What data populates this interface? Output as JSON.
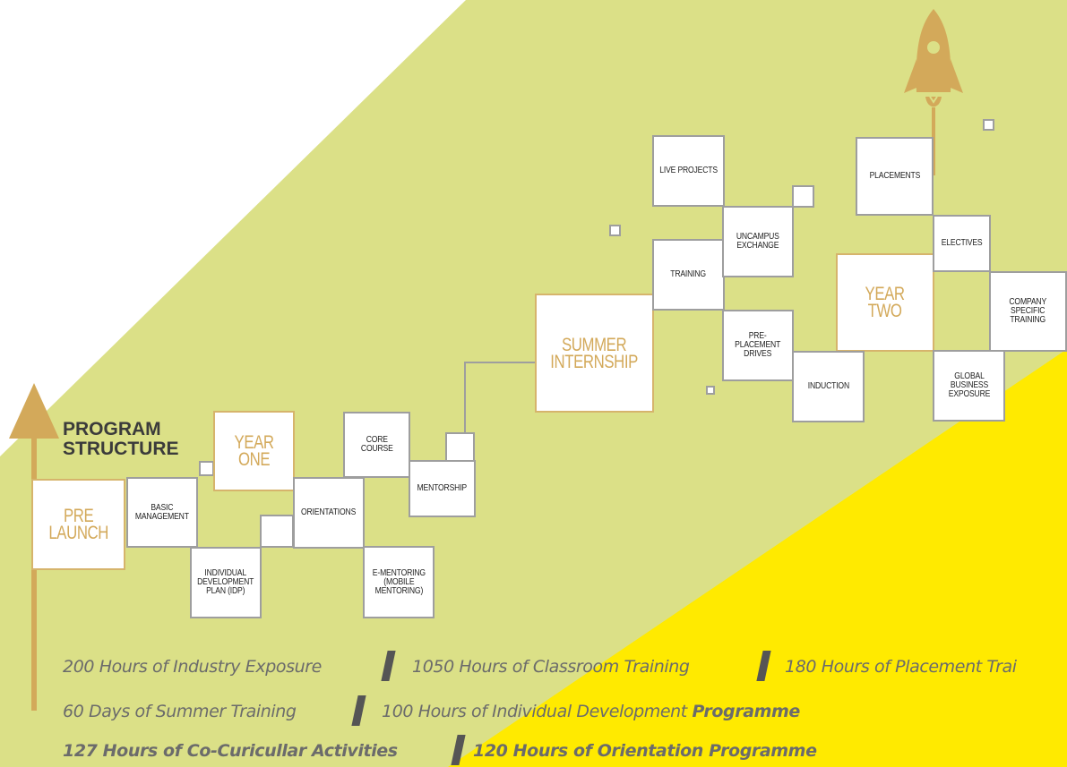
{
  "title": "PROGRAM\nSTRUCTURE",
  "milestones": {
    "pre_launch": "PRE\nLAUNCH",
    "year_one": "YEAR\nONE",
    "summer_internship": "SUMMER\nINTERNSHIP",
    "year_two": "YEAR\nTWO"
  },
  "items": {
    "basic_management": "BASIC\nMANAGEMENT",
    "idp": "INDIVIDUAL\nDEVELOPMENT\nPLAN (IDP)",
    "orientations": "ORIENTATIONS",
    "core_course": "CORE\nCOURSE",
    "e_mentoring": "E-MENTORING\n(MOBILE\nMENTORING)",
    "mentorship": "MENTORSHIP",
    "live_projects": "LIVE PROJECTS",
    "training": "TRAINING",
    "uncampus_exchange": "UNCAMPUS\nEXCHANGE",
    "pre_placement_drives": "PRE-\nPLACEMENT\nDRIVES",
    "induction": "INDUCTION",
    "placements": "PLACEMENTS",
    "electives": "ELECTIVES",
    "company_specific_training": "COMPANY\nSPECIFIC\nTRAINING",
    "global_business_exposure": "GLOBAL\nBUSINESS\nEXPOSURE"
  },
  "stats": {
    "line1_a": "200 Hours of Industry Exposure",
    "line1_b": "1050 Hours of Classroom Training",
    "line1_c": "180 Hours of Placement Trai",
    "line2_a": "60 Days of Summer Training",
    "line2_b": "100 Hours of Individual Development ",
    "line2_b_bold": "Programme",
    "line3_a": "127 Hours of Co-Curicullar Activities",
    "line3_b": "120 Hours of Orientation Programme"
  },
  "colors": {
    "green_band": "#dbe087",
    "yellow": "#ffea00",
    "gold": "#d3a95a",
    "grey_border": "#9e9e9e"
  },
  "icons": [
    "rocket-icon",
    "up-arrow-icon"
  ]
}
